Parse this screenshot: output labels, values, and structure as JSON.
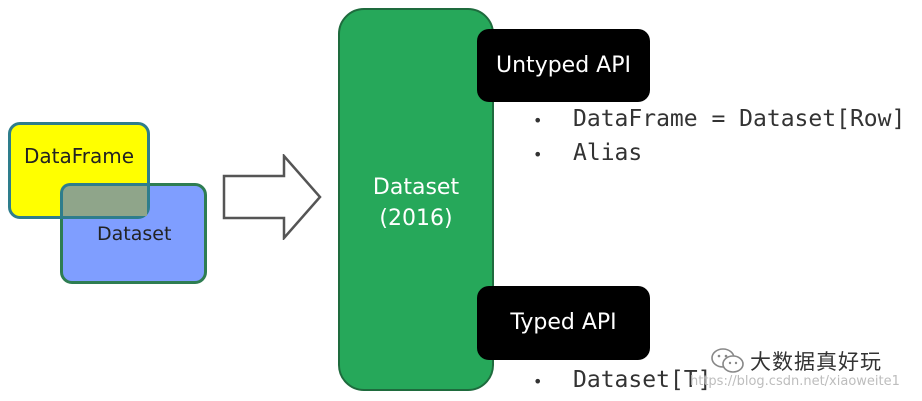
{
  "left_diagram": {
    "dataframe_label": "DataFrame",
    "dataset_label": "Dataset"
  },
  "center": {
    "line1": "Dataset",
    "line2": "(2016)"
  },
  "untyped_api": {
    "label": "Untyped API",
    "bullets": [
      "DataFrame = Dataset[Row]",
      "Alias"
    ]
  },
  "typed_api": {
    "label": "Typed API",
    "bullets": [
      "Dataset[T]"
    ]
  },
  "watermark": {
    "name": "大数据真好玩",
    "url": "https://blog.csdn.net/xiaoweite1"
  },
  "colors": {
    "dataframe_fill": "#ffff00",
    "dataset_fill": "#7f9eff",
    "center_fill": "#26a85a",
    "api_box_fill": "#000000"
  }
}
